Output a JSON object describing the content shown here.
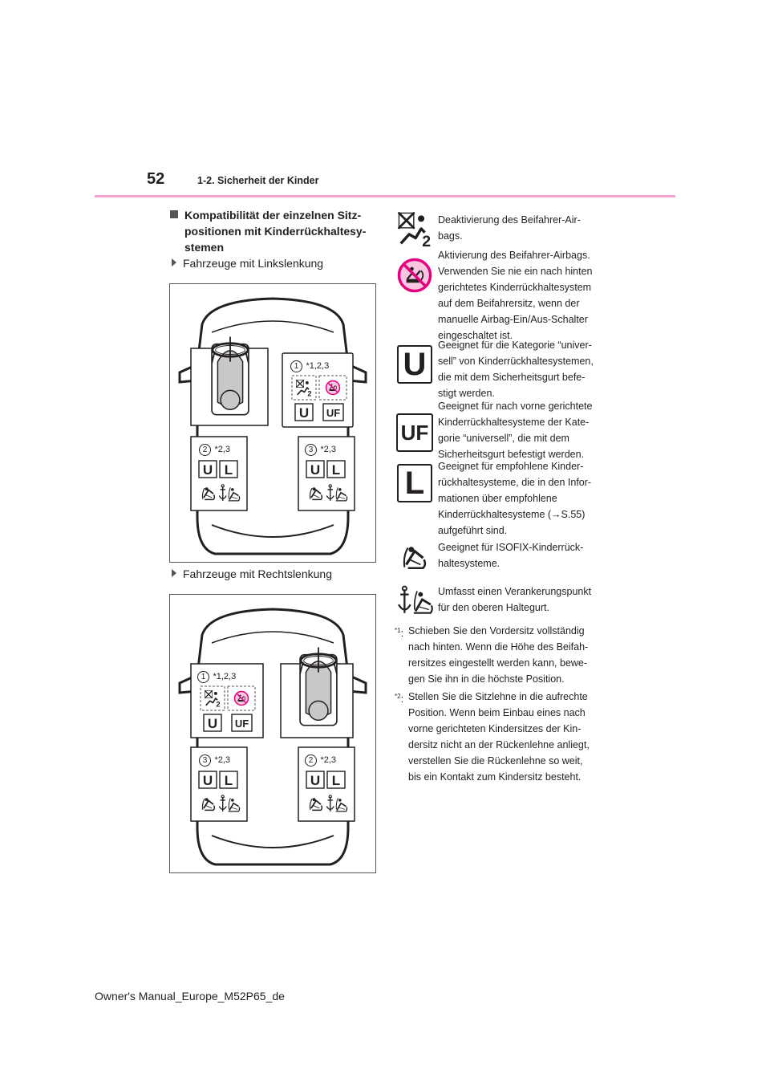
{
  "header": {
    "page_number": "52",
    "section": "1-2. Sicherheit der Kinder"
  },
  "section_title": "Kompatibilität der einzelnen Sitz-positionen mit Kinderrückhaltesy-stemen",
  "section_title_lines": [
    "Kompatibilität der einzelnen Sitz-",
    "positionen mit Kinderrückhaltesy-",
    "stemen"
  ],
  "diagrams": {
    "lhd_label": "Fahrzeuge mit Linkslenkung",
    "rhd_label": "Fahrzeuge mit Rechtslenkung",
    "lhd": {
      "seat1": {
        "num": "1",
        "notes": "*1,2,3",
        "badges": [
          "U",
          "UF"
        ]
      },
      "seat2": {
        "num": "2",
        "notes": "*2,3",
        "badges": [
          "U",
          "L"
        ]
      },
      "seat3": {
        "num": "3",
        "notes": "*2,3",
        "badges": [
          "U",
          "L"
        ]
      }
    },
    "rhd": {
      "seat1": {
        "num": "1",
        "notes": "*1,2,3",
        "badges": [
          "U",
          "UF"
        ]
      },
      "seat3": {
        "num": "3",
        "notes": "*2,3",
        "badges": [
          "U",
          "L"
        ]
      },
      "seat2": {
        "num": "2",
        "notes": "*2,3",
        "badges": [
          "U",
          "L"
        ]
      }
    }
  },
  "legend": [
    {
      "icon": "airbag-off-icon",
      "lines": [
        "Deaktivierung des Beifahrer-Air-",
        "bags."
      ]
    },
    {
      "icon": "airbag-on-prohibited-icon",
      "lines": [
        "Aktivierung des Beifahrer-Airbags.",
        "Verwenden Sie nie ein nach hinten",
        "gerichtetes Kinderrückhaltesystem",
        "auf dem Beifahrersitz, wenn der",
        "manuelle Airbag-Ein/Aus-Schalter",
        "eingeschaltet ist."
      ]
    },
    {
      "icon": "universal-u-icon",
      "badge": "U",
      "lines": [
        "Geeignet für die Kategorie “univer-",
        "sell” von Kinderrückhaltesystemen,",
        "die mit dem Sicherheitsgurt befe-",
        "stigt werden."
      ]
    },
    {
      "icon": "universal-forward-uf-icon",
      "badge": "UF",
      "lines": [
        "Geeignet für nach vorne gerichtete",
        "Kinderrückhaltesysteme der Kate-",
        "gorie “universell”, die mit dem",
        "Sicherheitsgurt befestigt werden."
      ]
    },
    {
      "icon": "listed-l-icon",
      "badge": "L",
      "lines": [
        "Geeignet für empfohlene Kinder-",
        "rückhaltesysteme, die in den Infor-",
        "mationen über empfohlene",
        "Kinderrückhaltesysteme (→S.55)",
        "aufgeführt sind."
      ]
    },
    {
      "icon": "isofix-icon",
      "lines": [
        "Geeignet für ISOFIX-Kinderrück-",
        "haltesysteme."
      ]
    },
    {
      "icon": "top-tether-anchor-icon",
      "lines": [
        "Umfasst einen Verankerungspunkt",
        "für den oberen Haltegurt."
      ]
    }
  ],
  "notes": [
    {
      "mark": "*1",
      "lines": [
        "Schieben Sie den Vordersitz vollständig",
        "nach hinten. Wenn die Höhe des Beifah-",
        "rersitzes eingestellt werden kann, bewe-",
        "gen Sie ihn in die höchste Position."
      ]
    },
    {
      "mark": "*2",
      "lines": [
        "Stellen Sie die Sitzlehne in die aufrechte",
        "Position. Wenn beim Einbau eines nach",
        "vorne gerichteten Kindersitzes der Kin-",
        "dersitz nicht an der Rückenlehne anliegt,",
        "verstellen Sie die Rückenlehne so weit,",
        "bis ein Kontakt zum Kindersitz besteht."
      ]
    }
  ],
  "footer": "Owner's Manual_Europe_M52P65_de",
  "colors": {
    "accent_pink": "#f4a3cf",
    "prohibit_magenta": "#e6007e",
    "text": "#231f20"
  }
}
